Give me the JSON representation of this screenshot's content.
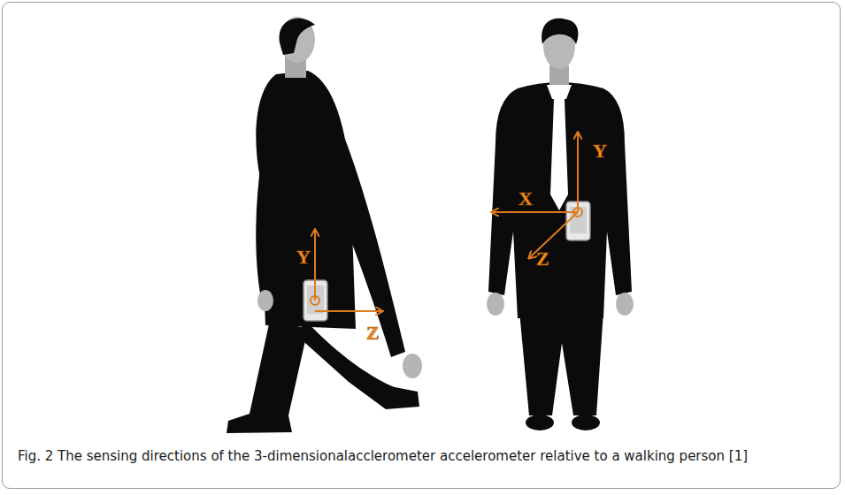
{
  "diagram": {
    "caption": "Fig. 2 The sensing directions of the 3-dimensionalacclerometer accelerometer relative to a walking person [1]",
    "labels": [
      "Y",
      "Z",
      "X",
      "Y",
      "Z"
    ]
  }
}
